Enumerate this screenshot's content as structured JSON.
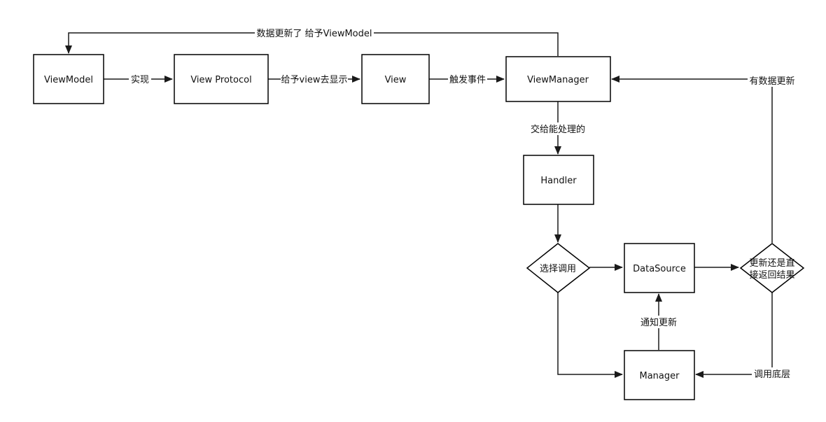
{
  "nodes": {
    "viewmodel": "ViewModel",
    "view_protocol": "View Protocol",
    "view": "View",
    "view_manager": "ViewManager",
    "handler": "Handler",
    "select_call": "选择调用",
    "data_source": "DataSource",
    "update_or_return_line1": "更新还是直",
    "update_or_return_line2": "接返回结果",
    "manager": "Manager"
  },
  "edges": {
    "implements": "实现",
    "give_view_display": "给予view去显示",
    "trigger_event": "触发事件",
    "data_updated": "数据更新了 给予ViewModel",
    "hand_to_capable": "交给能处理的",
    "has_data_update": "有数据更新",
    "notify_update": "通知更新",
    "call_underlying": "调用底层"
  },
  "colors": {
    "stroke": "#000000",
    "background": "#ffffff"
  }
}
